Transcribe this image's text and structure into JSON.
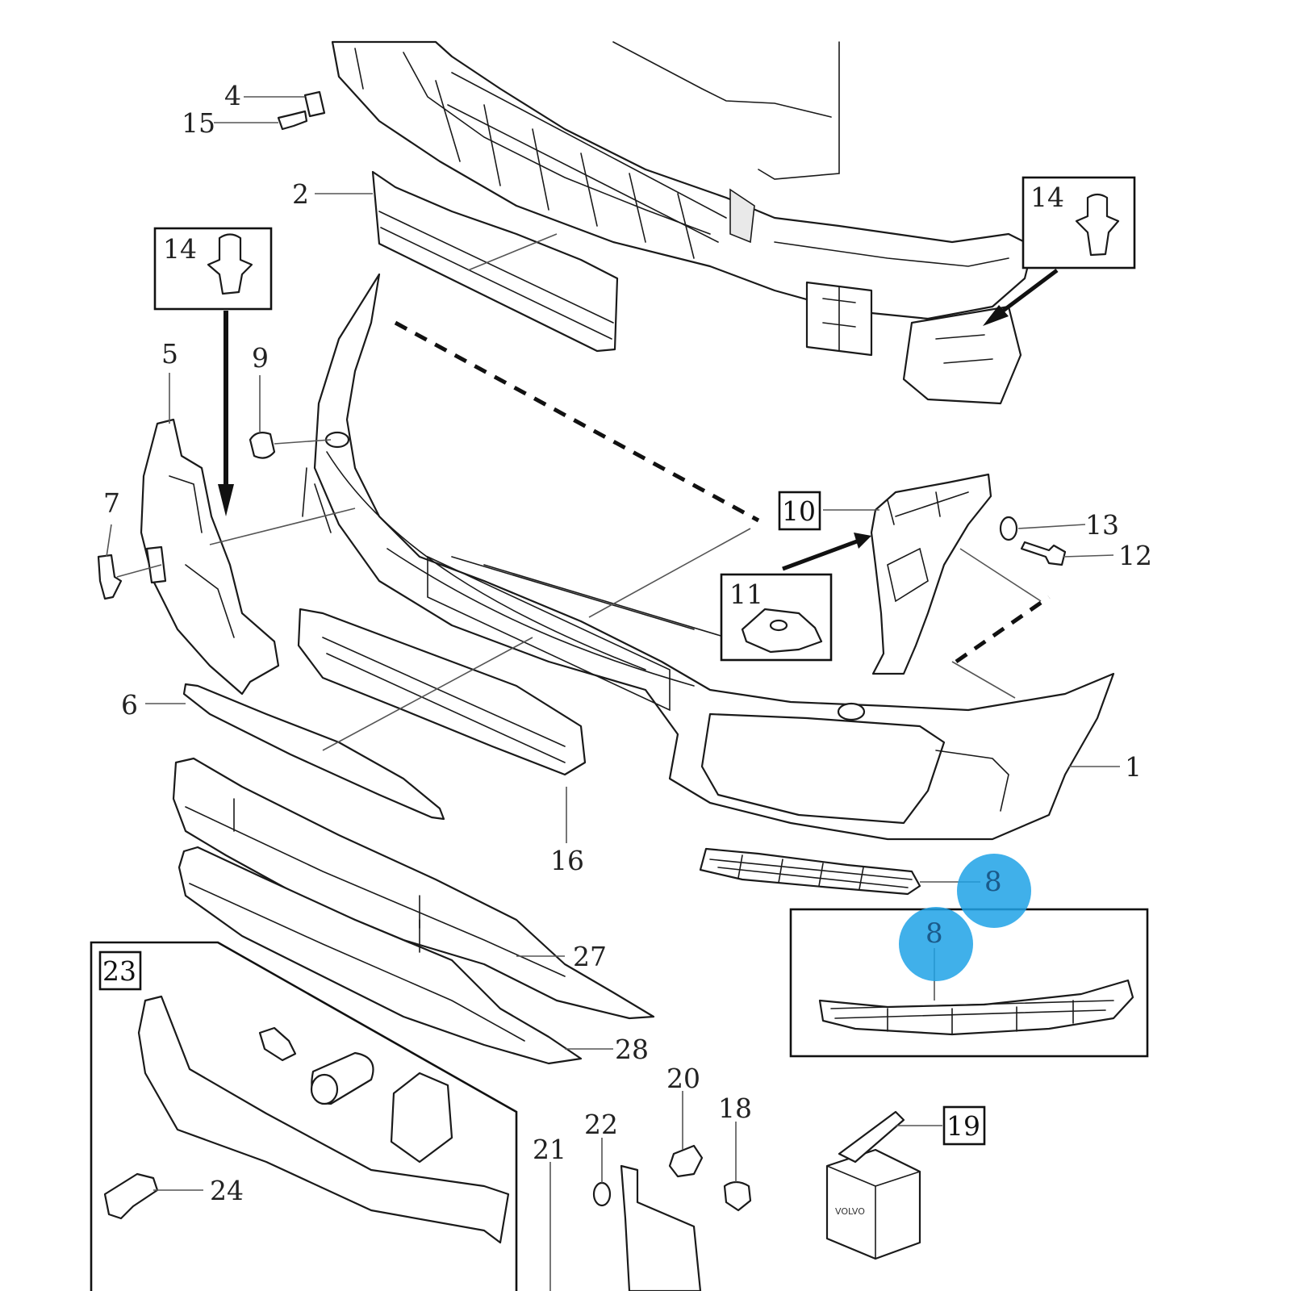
{
  "diagram": {
    "colors": {
      "highlight": "#1fa2e6",
      "line": "#1a1a1a",
      "leader": "#555555"
    },
    "labels": {
      "p1": "1",
      "p2": "2",
      "p4": "4",
      "p5": "5",
      "p6": "6",
      "p7": "7",
      "p8a": "8",
      "p8b": "8",
      "p9": "9",
      "p10": "10",
      "p11": "11",
      "p12": "12",
      "p13": "13",
      "p14a": "14",
      "p14b": "14",
      "p15": "15",
      "p16": "16",
      "p18": "18",
      "p19": "19",
      "p20": "20",
      "p21": "21",
      "p22": "22",
      "p23": "23",
      "p24": "24",
      "p27": "27",
      "p28": "28"
    },
    "highlighted_part": "8",
    "box_lettering": "VOLVO"
  }
}
